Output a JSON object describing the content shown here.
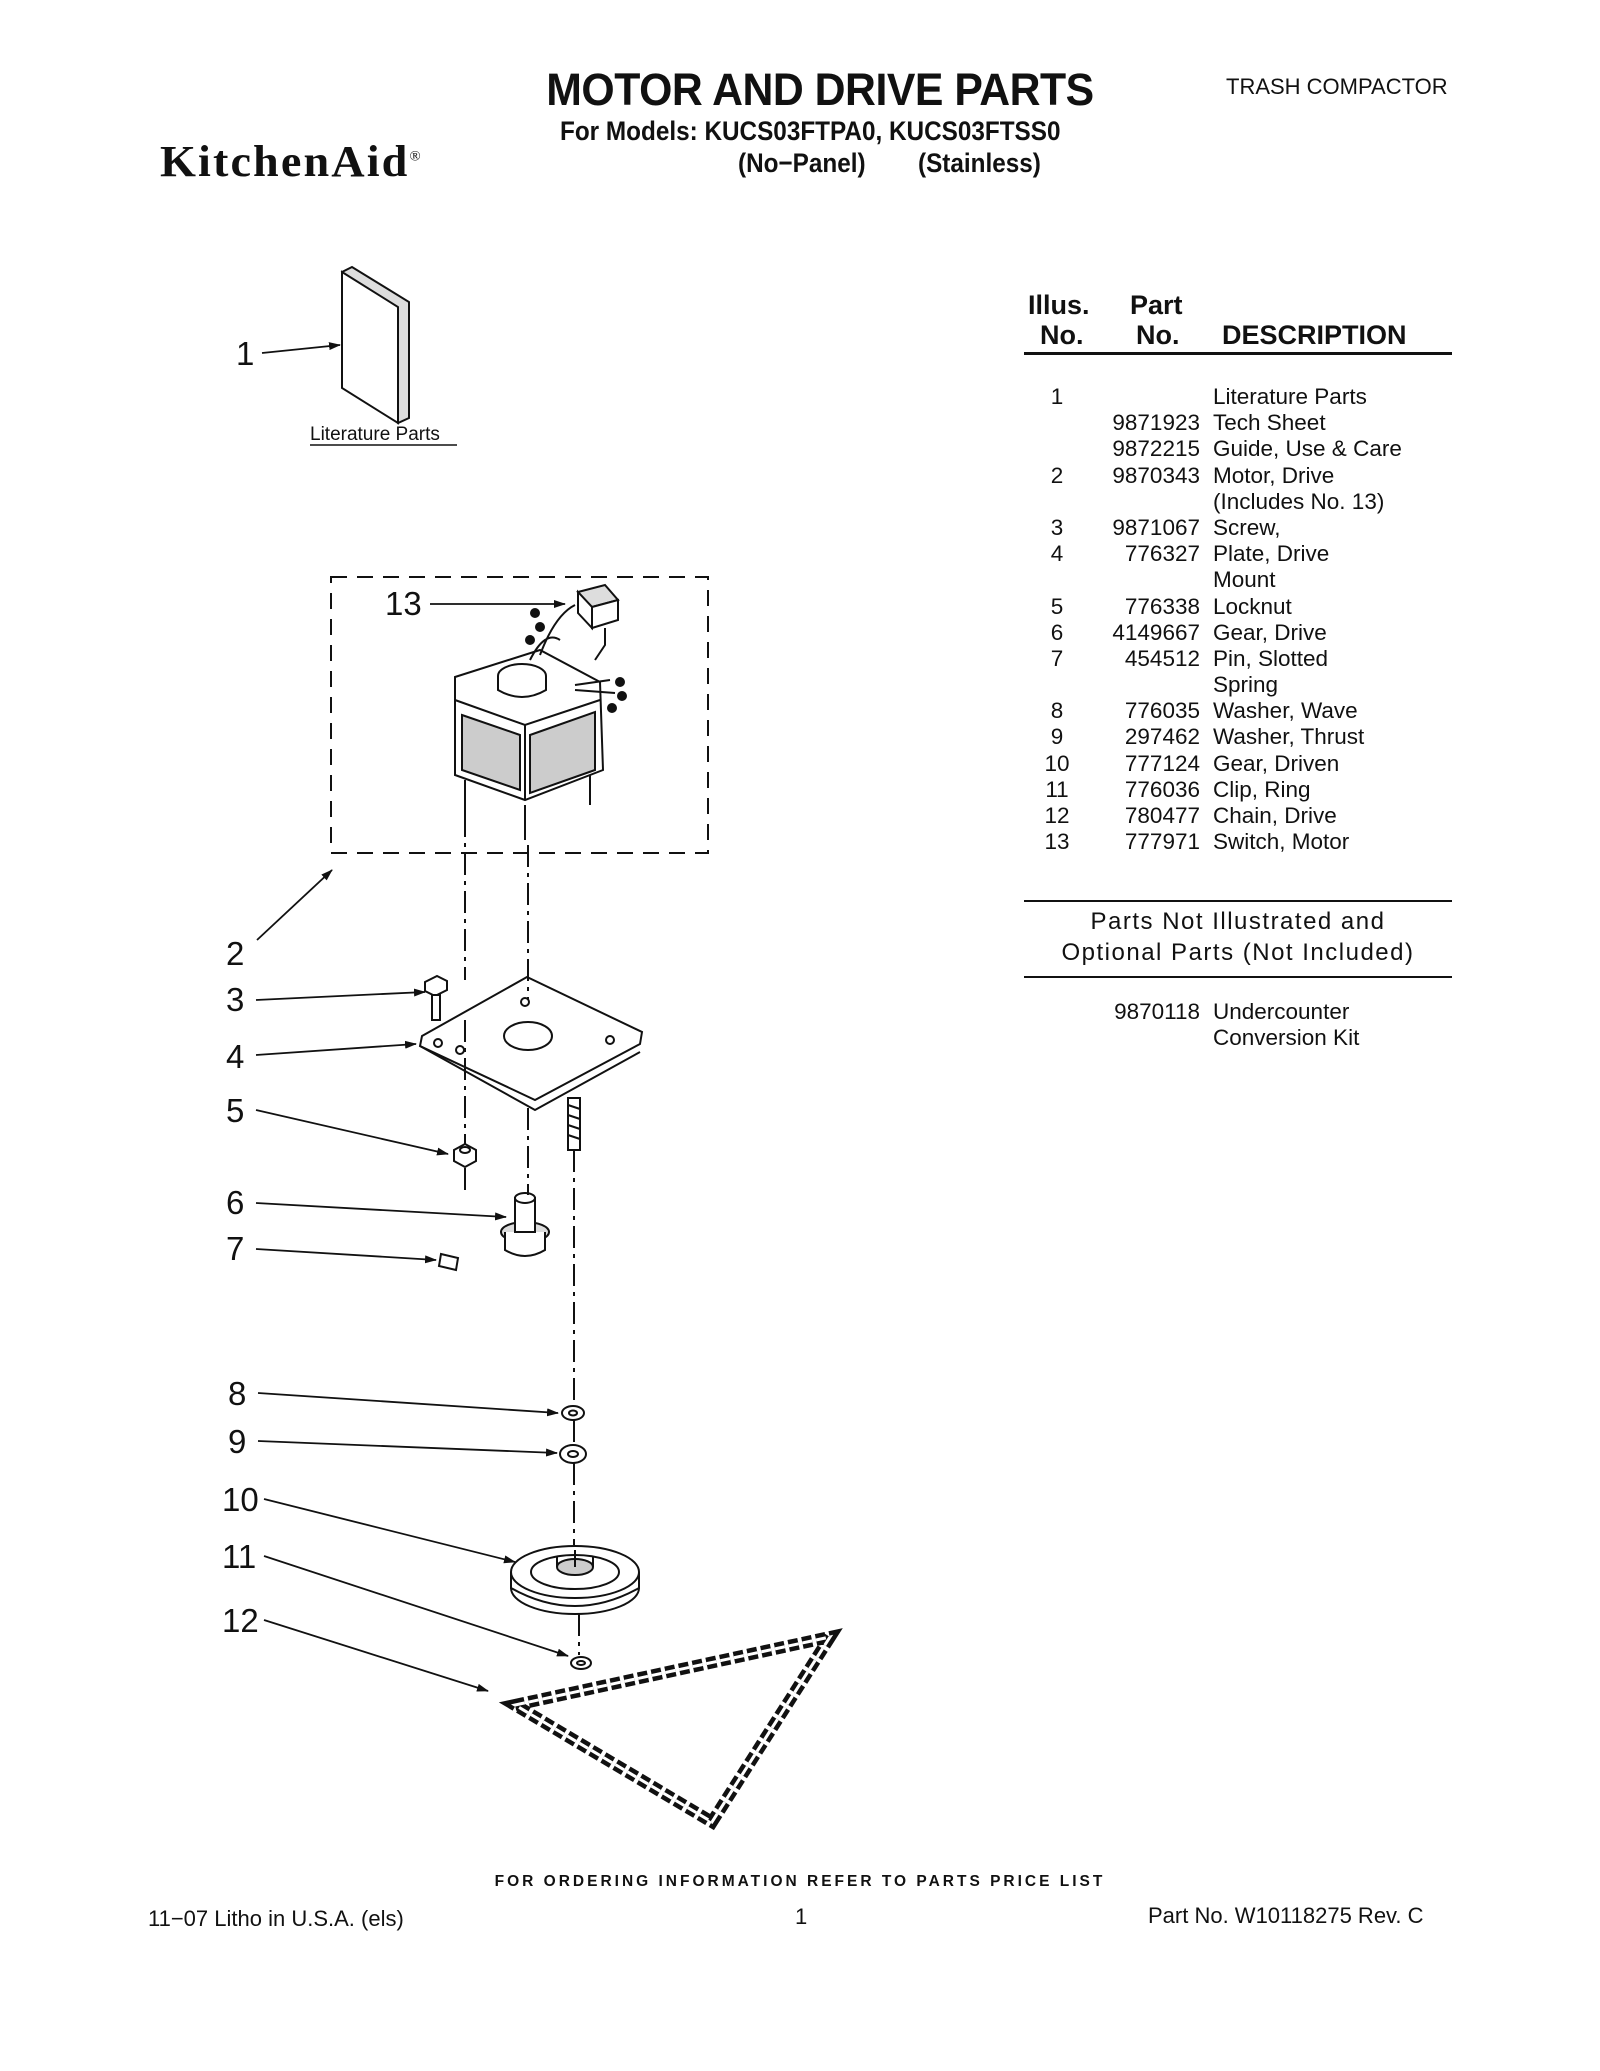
{
  "header": {
    "title": "MOTOR AND DRIVE PARTS",
    "category": "TRASH COMPACTOR",
    "models": "For Models: KUCS03FTPA0, KUCS03FTSS0",
    "variant_1": "(No−Panel)",
    "variant_2": "(Stainless)",
    "brand": "KitchenAid",
    "brand_mark": "®"
  },
  "diagram": {
    "literature_label": "Literature Parts",
    "callouts": [
      "1",
      "2",
      "3",
      "4",
      "5",
      "6",
      "7",
      "8",
      "9",
      "10",
      "11",
      "12",
      "13"
    ]
  },
  "table": {
    "headers": {
      "illus_line1": "Illus.",
      "illus_line2": "No.",
      "part_line1": "Part",
      "part_line2": "No.",
      "description": "DESCRIPTION"
    },
    "rows": [
      {
        "illus": "1",
        "part": "",
        "desc": "Literature Parts"
      },
      {
        "illus": "",
        "part": "9871923",
        "desc": "Tech Sheet"
      },
      {
        "illus": "",
        "part": "9872215",
        "desc": "Guide, Use & Care"
      },
      {
        "illus": "2",
        "part": "9870343",
        "desc": "Motor, Drive"
      },
      {
        "illus": "",
        "part": "",
        "desc": "(Includes No. 13)"
      },
      {
        "illus": "3",
        "part": "9871067",
        "desc": "Screw,"
      },
      {
        "illus": "4",
        "part": "776327",
        "desc": "Plate, Drive"
      },
      {
        "illus": "",
        "part": "",
        "desc": "Mount"
      },
      {
        "illus": "5",
        "part": "776338",
        "desc": "Locknut"
      },
      {
        "illus": "6",
        "part": "4149667",
        "desc": "Gear, Drive"
      },
      {
        "illus": "7",
        "part": "454512",
        "desc": "Pin, Slotted"
      },
      {
        "illus": "",
        "part": "",
        "desc": "Spring"
      },
      {
        "illus": "8",
        "part": "776035",
        "desc": "Washer, Wave"
      },
      {
        "illus": "9",
        "part": "297462",
        "desc": "Washer, Thrust"
      },
      {
        "illus": "10",
        "part": "777124",
        "desc": "Gear, Driven"
      },
      {
        "illus": "11",
        "part": "776036",
        "desc": "Clip, Ring"
      },
      {
        "illus": "12",
        "part": "780477",
        "desc": "Chain, Drive"
      },
      {
        "illus": "13",
        "part": "777971",
        "desc": "Switch, Motor"
      }
    ],
    "not_illustrated": {
      "heading_line1": "Parts Not Illustrated and",
      "heading_line2": "Optional Parts (Not Included)",
      "rows": [
        {
          "illus": "",
          "part": "9870118",
          "desc": "Undercounter"
        },
        {
          "illus": "",
          "part": "",
          "desc": "Conversion Kit"
        }
      ]
    }
  },
  "footer": {
    "ordering_note": "FOR ORDERING INFORMATION REFER TO PARTS PRICE LIST",
    "litho": "11−07 Litho in U.S.A. (els)",
    "page": "1",
    "part_number": "Part No. W10118275 Rev. C"
  }
}
